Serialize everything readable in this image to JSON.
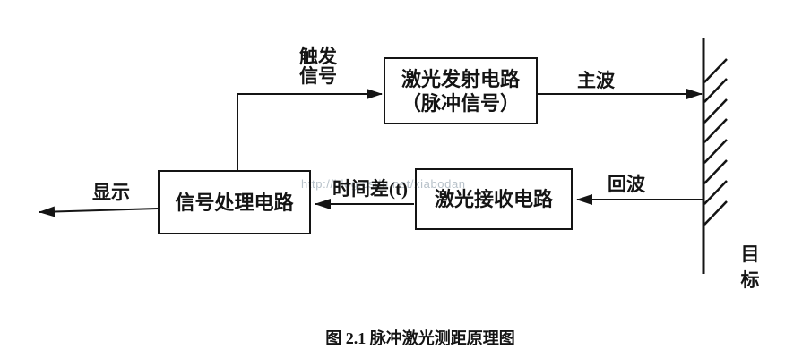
{
  "diagram": {
    "boxes": {
      "transmitter": "激光发射电路\n（脉冲信号）",
      "processor": "信号处理电路",
      "receiver": "激光接收电路"
    },
    "labels": {
      "trigger": "触发\n信号",
      "main_wave": "主波",
      "echo": "回波",
      "time_diff": "时间差(t)",
      "display": "显示",
      "target": "目\n标"
    },
    "caption": "图 2.1 脉冲激光测距原理图",
    "watermark": "http://blog.csdn.net/xiabodan",
    "colors": {
      "line": "#141414",
      "background": "#ffffff",
      "watermark": "#b7c1c9"
    }
  }
}
